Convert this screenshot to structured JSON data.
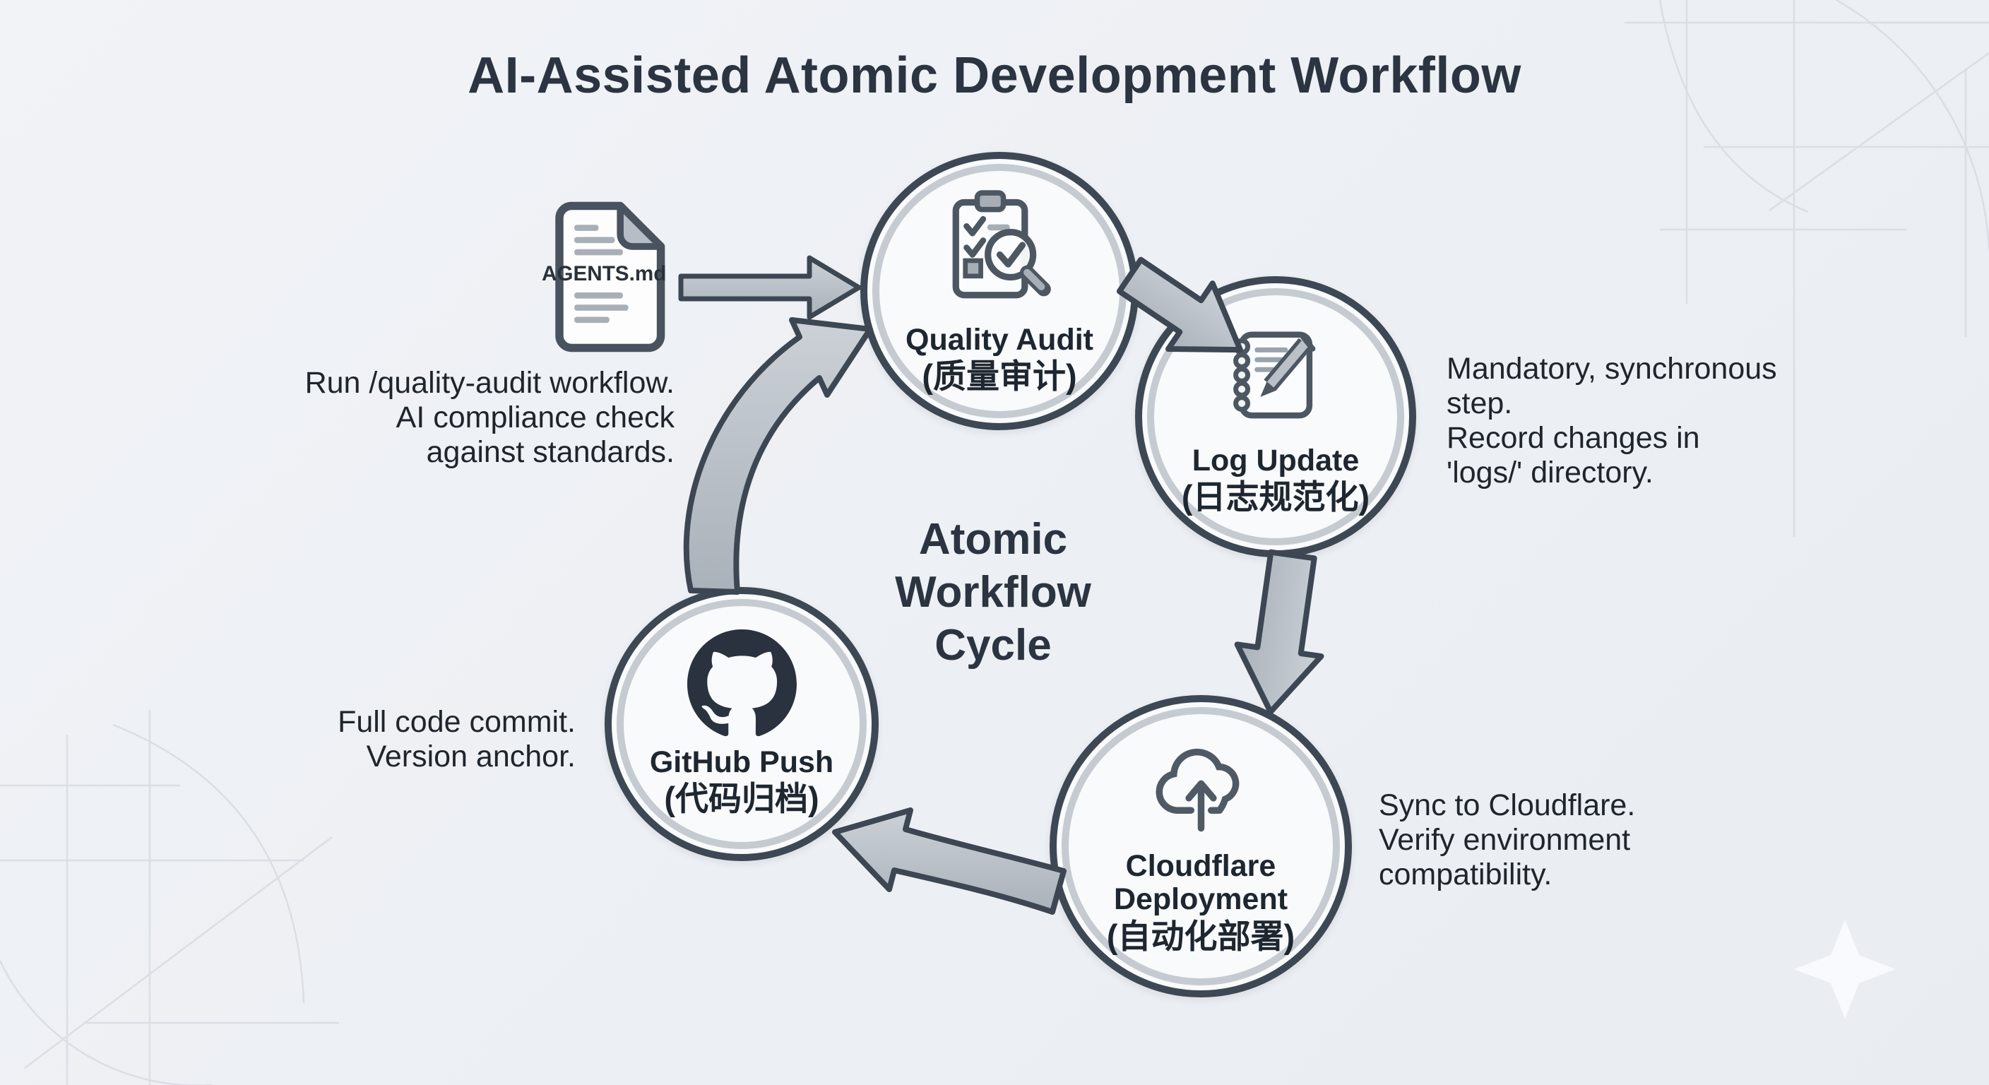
{
  "title": "AI-Assisted Atomic Development Workflow",
  "source_file": {
    "label": "AGENTS.md"
  },
  "center_label": {
    "lines": [
      "Atomic",
      "Workflow",
      "Cycle"
    ]
  },
  "nodes": {
    "quality": {
      "label": "Quality Audit",
      "sublabel": "(质量审计)",
      "icon": "clipboard-checklist-magnifier-icon"
    },
    "log": {
      "label": "Log Update",
      "sublabel": "(日志规范化)",
      "icon": "notebook-pencil-icon"
    },
    "cloudflare": {
      "label_line1": "Cloudflare",
      "label_line2": "Deployment",
      "sublabel": "(自动化部署)",
      "icon": "cloud-upload-icon"
    },
    "github": {
      "label": "GitHub Push",
      "sublabel": "(代码归档)",
      "icon": "github-octocat-icon"
    }
  },
  "annotations": {
    "quality_note": {
      "lines": [
        "Run /quality-audit workflow.",
        "AI compliance check",
        "against standards."
      ]
    },
    "log_note": {
      "lines": [
        "Mandatory, synchronous",
        "step.",
        "Record changes in",
        "'logs/' directory."
      ]
    },
    "cloudflare_note": {
      "lines": [
        "Sync to Cloudflare.",
        "Verify environment",
        "compatibility."
      ]
    },
    "github_note": {
      "lines": [
        "Full code commit.",
        "Version anchor."
      ]
    }
  },
  "colors": {
    "background": "#eef1f5",
    "ink": "#2b3440",
    "ring_dark": "#3e4854",
    "ring_silver": "#c5cbd1",
    "arrow_fill_light": "#ccd1d7",
    "arrow_fill_dark": "#a9b1ba",
    "arrow_outline": "#3d4753",
    "blueprint_line": "#d7dce3",
    "github_mark": "#29323e"
  }
}
